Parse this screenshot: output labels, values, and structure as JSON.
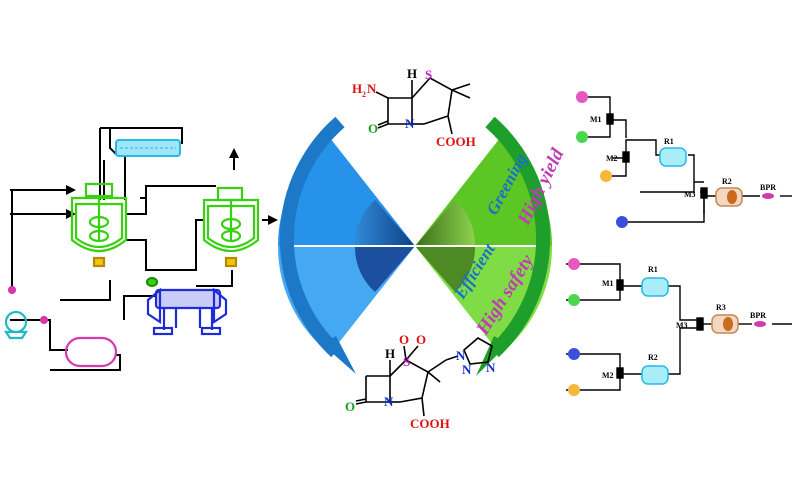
{
  "center": {
    "fan_left_colors": [
      "#1f8fe8",
      "#5ab8f5"
    ],
    "fan_right_colors": [
      "#4caf1a",
      "#9be36a"
    ],
    "blue_arrow_color": "#1e78c8",
    "green_arrow_color": "#1e9e2a",
    "labels_upper": [
      "High yield",
      "Greening"
    ],
    "labels_lower": [
      "Efficient",
      "High safety"
    ],
    "label_colors": {
      "purple": "#c23bb5",
      "blue": "#1a6fc9"
    }
  },
  "molecule_top": {
    "amine": "H",
    "amine_sub": "2",
    "amine_n": "N",
    "h_top": "H",
    "sulfur": "S",
    "nitrogen": "N",
    "oxygen": "O",
    "acid": "COOH"
  },
  "molecule_bottom": {
    "h_top": "H",
    "sulfur": "S",
    "oxo1": "O",
    "oxo2": "O",
    "nitrogen": "N",
    "oxygen": "O",
    "acid": "COOH",
    "triazole_n": [
      "N",
      "N",
      "N"
    ]
  },
  "flow_top_right": {
    "mixers": [
      "M1",
      "M2",
      "M3"
    ],
    "reactors": [
      "R1",
      "R2"
    ],
    "bpr": "BPR"
  },
  "flow_bottom_right": {
    "mixers": [
      "M1",
      "M2",
      "M3"
    ],
    "reactors": [
      "R1",
      "R2",
      "R3"
    ],
    "bpr": "BPR"
  },
  "batch_plant": {
    "reactor_color": "#37d10f",
    "condenser_color": "#27b7e8",
    "filter_color": "#1e2bd8",
    "tank_color": "#d43ab0",
    "pump_color": "#1fb8c6"
  }
}
